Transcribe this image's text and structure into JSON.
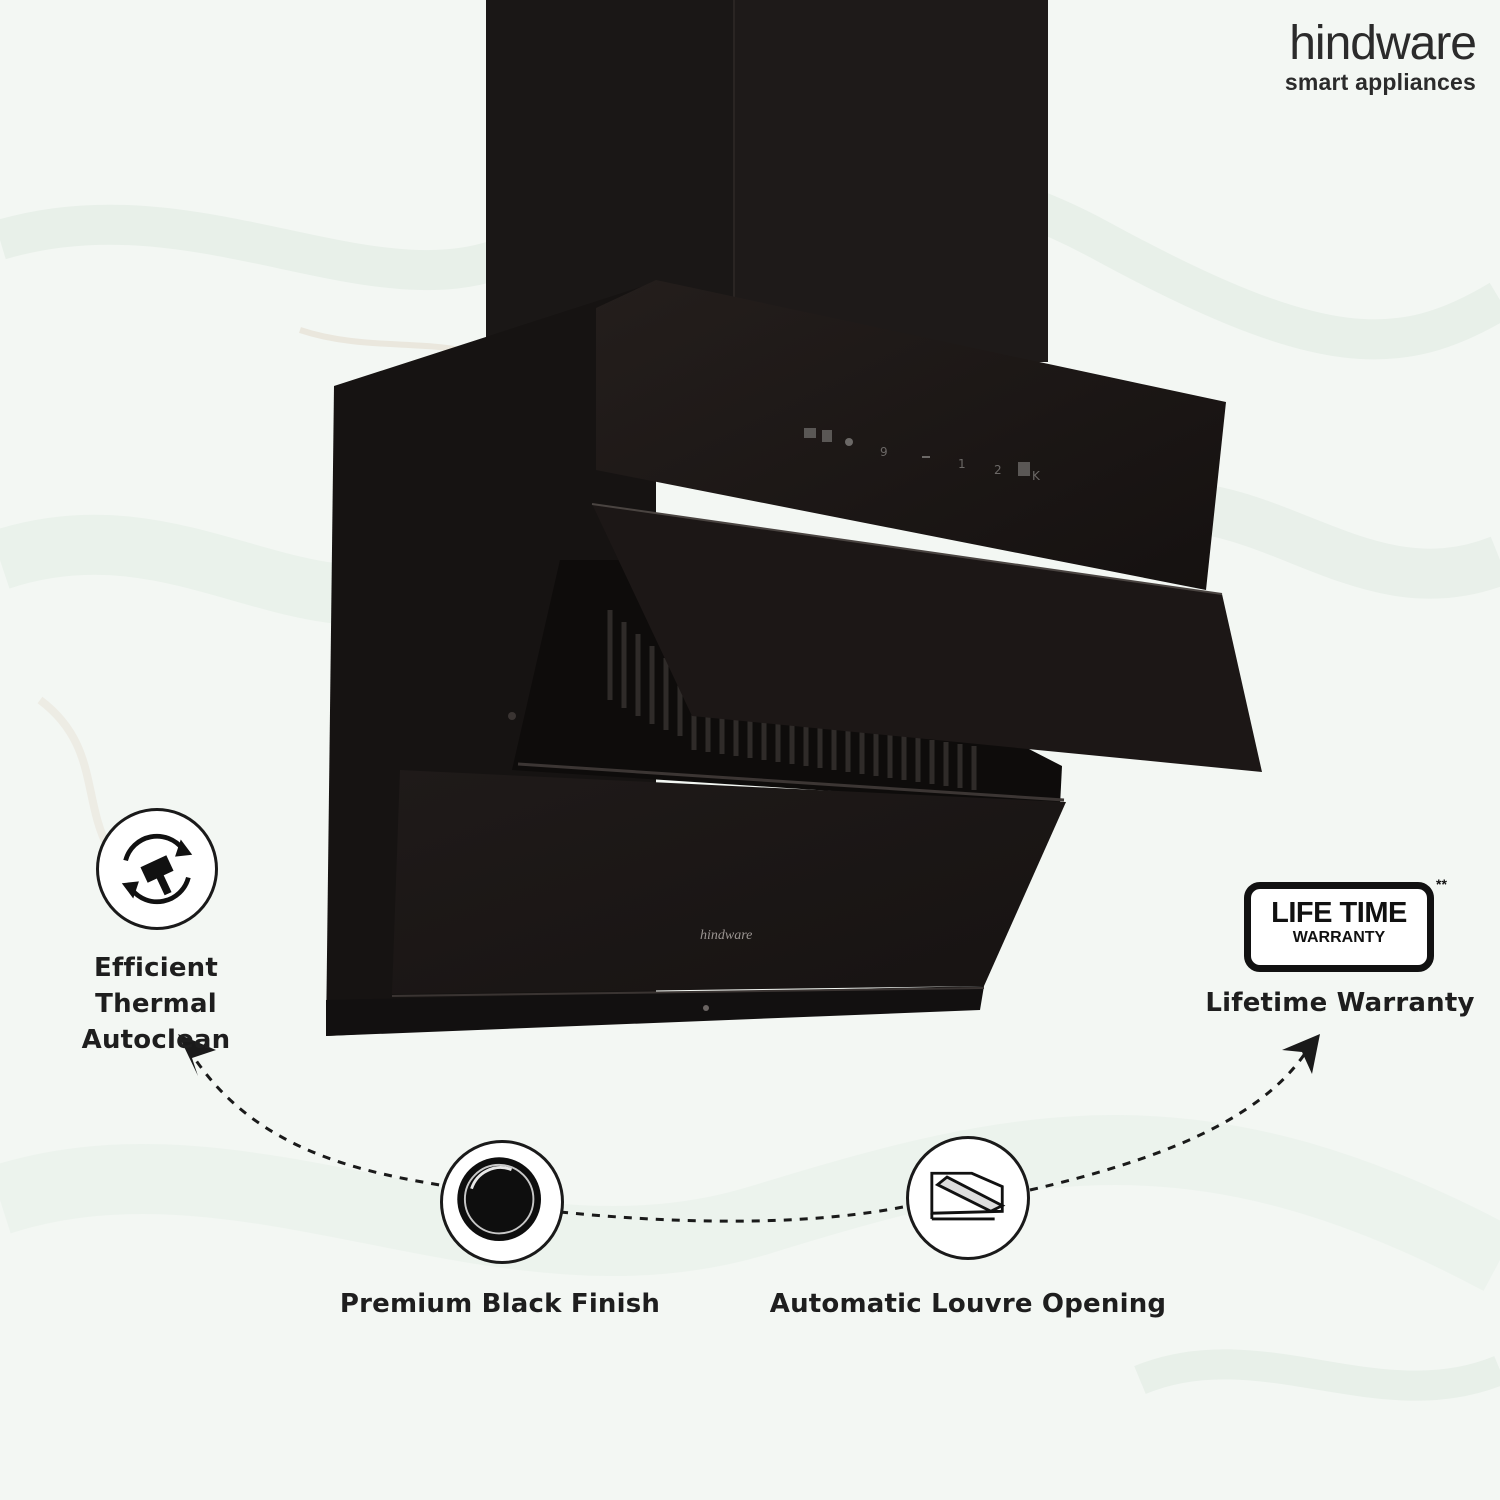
{
  "brand": {
    "name": "hindware",
    "tagline": "smart appliances"
  },
  "product": {
    "panel_logo_name": "hindware"
  },
  "features": [
    {
      "label_line1": "Efficient",
      "label_line2": "Thermal Autoclean",
      "icon": "thermal-autoclean-icon"
    },
    {
      "label": "Lifetime Warranty",
      "icon": "lifetime-warranty-badge"
    },
    {
      "label": "Premium Black Finish",
      "icon": "black-finish-icon"
    },
    {
      "label": "Automatic Louvre Opening",
      "icon": "louvre-opening-icon"
    }
  ],
  "warranty_badge": {
    "line1": "LIFE TIME",
    "line2": "WARRANTY",
    "mark": "**"
  },
  "colors": {
    "background": "#f4f8f4",
    "hood_black": "#1b1716",
    "text": "#1e1e1e"
  }
}
